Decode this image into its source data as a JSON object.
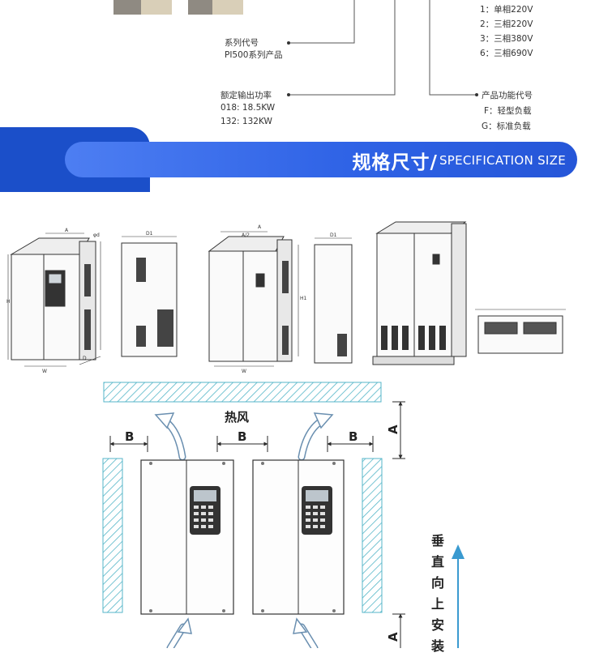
{
  "model_code": {
    "series": {
      "title": "系列代号",
      "value": "PI500系列产品"
    },
    "rated_power": {
      "title": "额定输出功率",
      "items": [
        "018:  18.5KW",
        "132:  132KW"
      ]
    },
    "voltage": {
      "items": [
        "1：单相220V",
        "2：三相220V",
        "3：三相380V",
        "6：三相690V"
      ]
    },
    "function": {
      "title": "产品功能代号",
      "items": [
        "F：轻型负载",
        "G：标准负载"
      ]
    }
  },
  "banner": {
    "title_cn": "规格尺寸/",
    "title_en": "SPECIFICATION SIZE",
    "accent_color": "#1b4fc9"
  },
  "dimension_drawings": {
    "labels": {
      "a": "A",
      "a_half": "A/2",
      "d1": "D1",
      "d": "D",
      "h": "H",
      "h1": "H1",
      "w": "W",
      "phi_d": "φd"
    }
  },
  "installation": {
    "hot_air": "热风",
    "clearance_b": "B",
    "clearance_a": "A",
    "vertical_install": "垂直向上安装",
    "vertical_chars": [
      "垂",
      "直",
      "向",
      "上",
      "安",
      "装"
    ]
  }
}
